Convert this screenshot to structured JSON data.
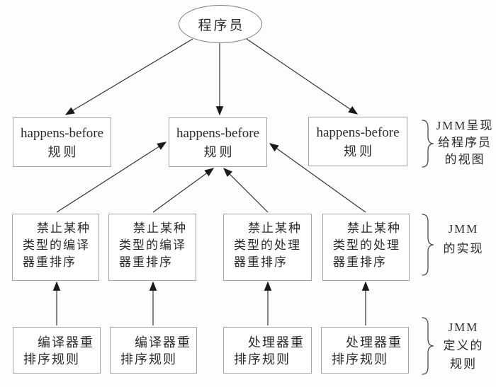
{
  "diagram": {
    "root": {
      "label": "程序员"
    },
    "view_row": {
      "boxes": [
        {
          "line1": "happens-before",
          "line2": "规则"
        },
        {
          "line1": "happens-before",
          "line2": "规则"
        },
        {
          "line1": "happens-before",
          "line2": "规则"
        }
      ],
      "side_label": {
        "line1": "JMM呈现",
        "line2": "给程序员",
        "line3": "的视图"
      }
    },
    "implementation_row": {
      "boxes": [
        {
          "line1": "禁止某种",
          "line2": "类型的编译",
          "line3": "器重排序"
        },
        {
          "line1": "禁止某种",
          "line2": "类型的编译",
          "line3": "器重排序"
        },
        {
          "line1": "禁止某种",
          "line2": "类型的处理",
          "line3": "器重排序"
        },
        {
          "line1": "禁止某种",
          "line2": "类型的处理",
          "line3": "器重排序"
        }
      ],
      "side_label": {
        "line1": "JMM",
        "line2": "的实现"
      }
    },
    "rules_row": {
      "boxes": [
        {
          "line1": "编译器重",
          "line2": "排序规则"
        },
        {
          "line1": "编译器重",
          "line2": "排序规则"
        },
        {
          "line1": "处理器重",
          "line2": "排序规则"
        },
        {
          "line1": "处理器重",
          "line2": "排序规则"
        }
      ],
      "side_label": {
        "line1": "JMM",
        "line2": "定义的",
        "line3": "规则"
      }
    },
    "colors": {
      "box_border": "#a5a5a5",
      "connector": "#333333",
      "arrowhead": "#1a1a1a",
      "text": "#2a2a2a",
      "background": "#ffffff"
    }
  }
}
